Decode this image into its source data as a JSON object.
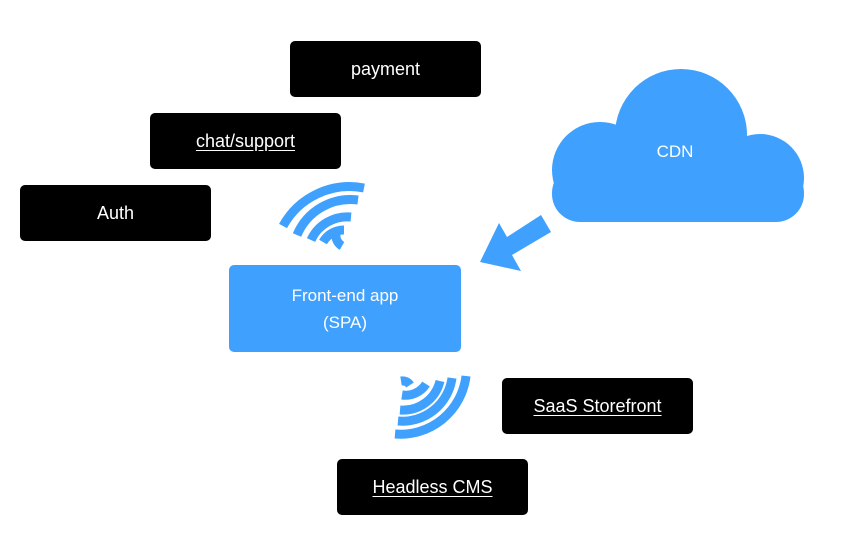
{
  "nodes": {
    "payment": "payment",
    "chat_support": "chat/support",
    "auth": "Auth",
    "spa_line1": "Front-end app",
    "spa_line2": "(SPA)",
    "cdn": "CDN",
    "saas_storefront": "SaaS Storefront",
    "headless_cms": "Headless CMS"
  },
  "colors": {
    "accent": "#3fa1fd",
    "box": "#000000",
    "text": "#ffffff"
  },
  "icons": {
    "wifi_upper": "signal-waves-icon",
    "wifi_lower": "signal-waves-icon",
    "cloud": "cloud-icon",
    "arrow": "arrow-icon"
  }
}
